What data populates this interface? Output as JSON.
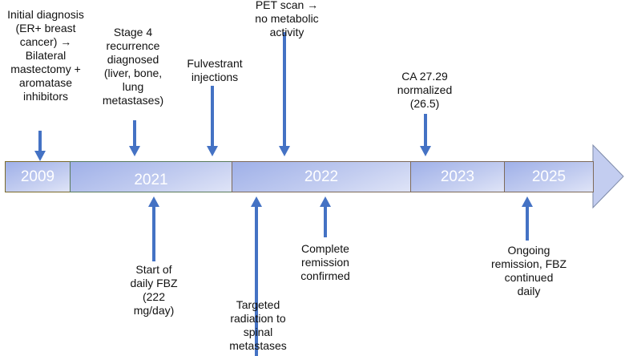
{
  "timeline": {
    "years": [
      "2009",
      "2021",
      "2022",
      "2023",
      "2025"
    ],
    "events_above": [
      {
        "text": [
          "Initial diagnosis",
          "(ER+ breast",
          "cancer) →",
          "Bilateral",
          "mastectomy +",
          "aromatase",
          "inhibitors"
        ]
      },
      {
        "text": [
          "Stage 4",
          "recurrence",
          "diagnosed",
          "(liver, bone,",
          "lung",
          "metastases)"
        ]
      },
      {
        "text": [
          "Fulvestrant",
          "injections"
        ]
      },
      {
        "text": [
          "PET scan →",
          "no metabolic",
          "activity"
        ]
      },
      {
        "text": [
          "CA 27.29",
          "normalized",
          "(26.5)"
        ]
      }
    ],
    "events_below": [
      {
        "text": [
          "Start of",
          "daily FBZ",
          "(222",
          "mg/day)"
        ]
      },
      {
        "text": [
          "Targeted",
          "radiation to",
          "spinal",
          "metastases"
        ]
      },
      {
        "text": [
          "Complete",
          "remission",
          "confirmed"
        ]
      },
      {
        "text": [
          "Ongoing",
          "remission, FBZ",
          "continued",
          "daily"
        ]
      }
    ],
    "arrow_color": "#4472c4"
  }
}
